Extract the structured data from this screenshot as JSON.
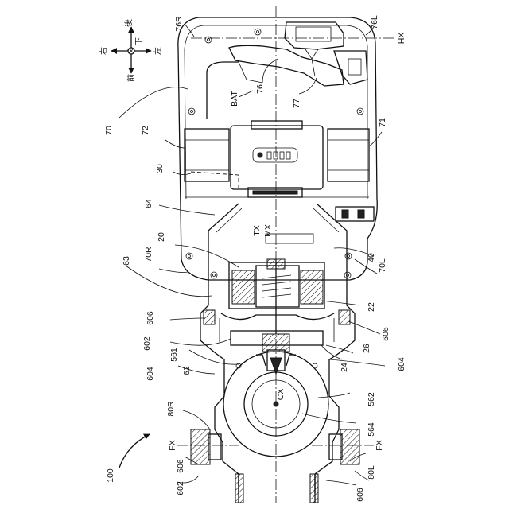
{
  "figure": {
    "direction_labels": {
      "back": "後",
      "down": "下",
      "right": "右",
      "left": "左",
      "front": "前"
    },
    "callouts": [
      {
        "text": "76R",
        "rot": -90
      },
      {
        "text": "76L",
        "rot": -90
      },
      {
        "text": "HX",
        "rot": -90
      },
      {
        "text": "BAT",
        "rot": -90
      },
      {
        "text": "76",
        "rot": -90
      },
      {
        "text": "77",
        "rot": -90
      },
      {
        "text": "70",
        "rot": -90
      },
      {
        "text": "71",
        "rot": -90
      },
      {
        "text": "72",
        "rot": -90
      },
      {
        "text": "30",
        "rot": -90
      },
      {
        "text": "64",
        "rot": -90
      },
      {
        "text": "TX",
        "rot": -90
      },
      {
        "text": "MX",
        "rot": -90
      },
      {
        "text": "20",
        "rot": -90
      },
      {
        "text": "40",
        "rot": -90
      },
      {
        "text": "70R",
        "rot": -90
      },
      {
        "text": "70L",
        "rot": -90
      },
      {
        "text": "63",
        "rot": -90
      },
      {
        "text": "22",
        "rot": -90
      },
      {
        "text": "606",
        "rot": -90
      },
      {
        "text": "606",
        "rot": -90
      },
      {
        "text": "602",
        "rot": -90
      },
      {
        "text": "26",
        "rot": -90
      },
      {
        "text": "561",
        "rot": -90
      },
      {
        "text": "24",
        "rot": -90
      },
      {
        "text": "604",
        "rot": -90
      },
      {
        "text": "62",
        "rot": -90
      },
      {
        "text": "604",
        "rot": -90
      },
      {
        "text": "CX",
        "rot": -90
      },
      {
        "text": "562",
        "rot": -90
      },
      {
        "text": "80R",
        "rot": -90
      },
      {
        "text": "564",
        "rot": -90
      },
      {
        "text": "FX",
        "rot": -90
      },
      {
        "text": "FX",
        "rot": -90
      },
      {
        "text": "606",
        "rot": -90
      },
      {
        "text": "80L",
        "rot": -90
      },
      {
        "text": "100",
        "rot": -90
      },
      {
        "text": "602",
        "rot": -90
      },
      {
        "text": "606",
        "rot": -90
      }
    ]
  }
}
